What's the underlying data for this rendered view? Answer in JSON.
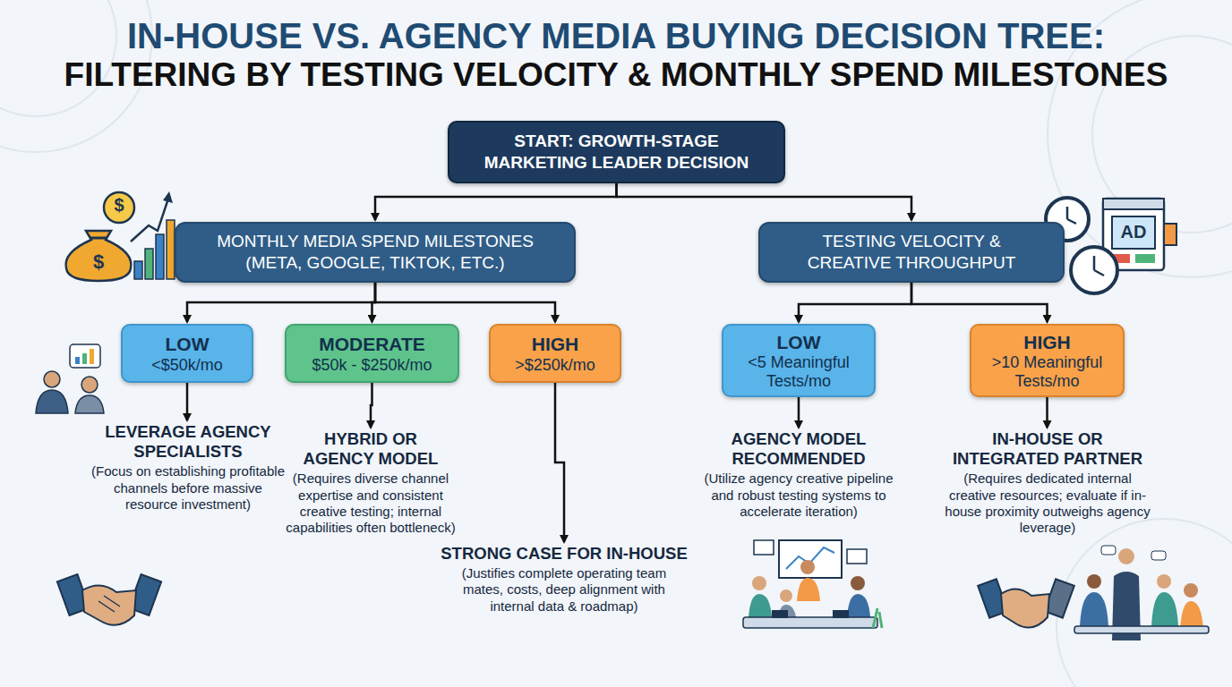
{
  "diagram": {
    "title": "IN-HOUSE VS. AGENCY MEDIA BUYING DECISION TREE: FILTERING BY TESTING VELOCITY & MONTHLY SPEND MILESTONES",
    "nodes": [
      {
        "text": [
          "START: GROWTH-STAGE MARKETING LEADER DECISION"
        ]
      },
      {
        "text": [
          "MONTHLY MEDIA SPEND MILESTONES (META, GOOGLE, TIKTOK, ETC.)"
        ]
      },
      {
        "text": [
          "TESTING VELOCITY & CREATIVE THROUGHPUT"
        ]
      },
      {
        "text": [
          "LOW",
          "<$50k/mo"
        ]
      },
      {
        "text": [
          "MODERATE",
          "$50k - $250k/mo"
        ]
      },
      {
        "text": [
          "HIGH",
          ">$250k/mo"
        ]
      },
      {
        "text": [
          "LOW",
          "<5 Meaningful Tests/mo"
        ]
      },
      {
        "text": [
          "HIGH",
          ">10 Meaningful Tests/mo"
        ]
      },
      {
        "text": [
          "LEVERAGE AGENCY SPECIALISTS",
          "(Focus on establishing profitable channels before massive resource investment)"
        ]
      },
      {
        "text": [
          "HYBRID OR AGENCY MODEL",
          "(Requires diverse channel expertise and consistent creative testing; internal capabilities often bottleneck)"
        ]
      },
      {
        "text": [
          "STRONG CASE FOR IN-HOUSE",
          "(Justifies complete operating team mates, costs, deep alignment with internal data & roadmap)"
        ]
      },
      {
        "text": [
          "AGENCY MODEL RECOMMENDED",
          "(Utilize agency creative pipeline and robust testing systems to accelerate iteration)"
        ]
      },
      {
        "text": [
          "IN-HOUSE OR INTEGRATED PARTNER",
          "(Requires dedicated internal creative resources; evaluate if in-house proximity outweighs agency leverage)"
        ]
      }
    ],
    "edges": [
      {
        "from": 0,
        "to": 1,
        "arrow": "to"
      },
      {
        "from": 0,
        "to": 2,
        "arrow": "to"
      },
      {
        "from": 1,
        "to": 3,
        "arrow": "to"
      },
      {
        "from": 1,
        "to": 4,
        "arrow": "to"
      },
      {
        "from": 1,
        "to": 5,
        "arrow": "to"
      },
      {
        "from": 2,
        "to": 6,
        "arrow": "to"
      },
      {
        "from": 2,
        "to": 7,
        "arrow": "to"
      },
      {
        "from": 3,
        "to": 8,
        "arrow": "to"
      },
      {
        "from": 4,
        "to": 9,
        "arrow": "to"
      },
      {
        "from": 5,
        "to": 10,
        "arrow": "to"
      },
      {
        "from": 6,
        "to": 11,
        "arrow": "to"
      },
      {
        "from": 7,
        "to": 12,
        "arrow": "to"
      }
    ],
    "labels": [
      "$",
      "$",
      "AD"
    ]
  }
}
